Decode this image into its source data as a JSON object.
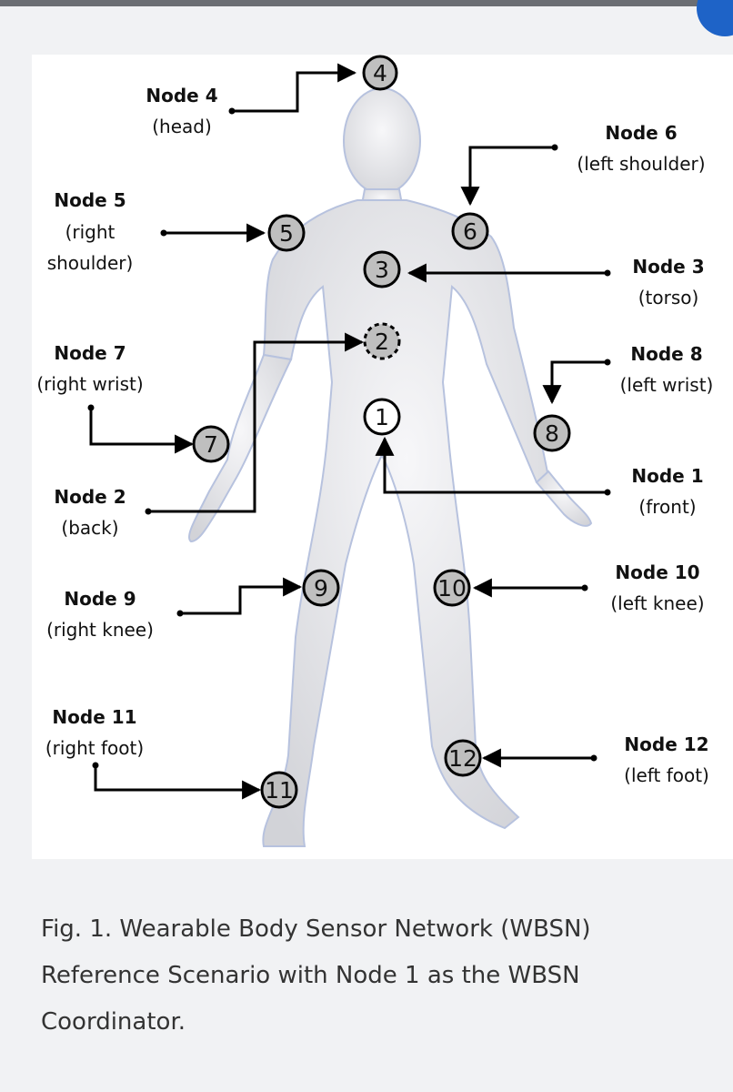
{
  "figure": {
    "caption": "Fig. 1. Wearable Body Sensor Network (WBSN) Reference Scenario with Node 1 as the WBSN Coordinator.",
    "nodes": [
      {
        "id": "1",
        "name": "Node 1",
        "location": "(front)"
      },
      {
        "id": "2",
        "name": "Node 2",
        "location": "(back)"
      },
      {
        "id": "3",
        "name": "Node 3",
        "location": "(torso)"
      },
      {
        "id": "4",
        "name": "Node 4",
        "location": "(head)"
      },
      {
        "id": "5",
        "name": "Node 5",
        "location_line1": "(right",
        "location_line2": "shoulder)"
      },
      {
        "id": "6",
        "name": "Node 6",
        "location": "(left shoulder)"
      },
      {
        "id": "7",
        "name": "Node 7",
        "location": "(right wrist)"
      },
      {
        "id": "8",
        "name": "Node 8",
        "location": "(left wrist)"
      },
      {
        "id": "9",
        "name": "Node 9",
        "location": "(right knee)"
      },
      {
        "id": "10",
        "name": "Node 10",
        "location": "(left knee)"
      },
      {
        "id": "11",
        "name": "Node 11",
        "location": "(right foot)"
      },
      {
        "id": "12",
        "name": "Node 12",
        "location": "(left foot)"
      }
    ]
  }
}
